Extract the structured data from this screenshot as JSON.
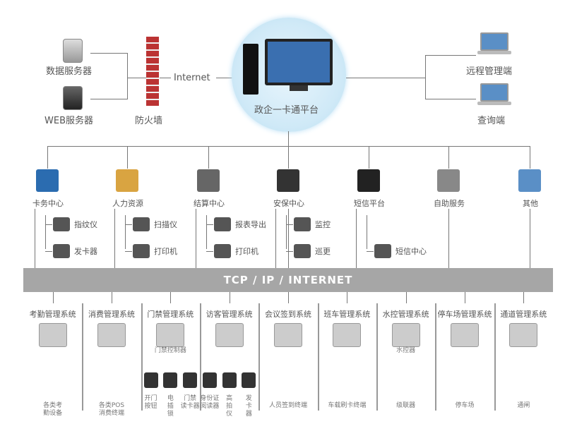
{
  "top": {
    "db_server": "数据服务器",
    "web_server": "WEB服务器",
    "firewall": "防火墙",
    "internet": "Internet",
    "platform": "政企一卡通平台",
    "remote": "远程管理端",
    "query": "查询端"
  },
  "centers": [
    {
      "label": "卡务中心",
      "subs": [
        "指纹仪",
        "发卡器"
      ]
    },
    {
      "label": "人力资源",
      "subs": [
        "扫描仪",
        "打印机"
      ]
    },
    {
      "label": "结算中心",
      "subs": [
        "报表导出",
        "打印机"
      ]
    },
    {
      "label": "安保中心",
      "subs": [
        "监控",
        "巡更"
      ]
    },
    {
      "label": "短信平台",
      "subs": [
        "短信中心"
      ]
    },
    {
      "label": "自助服务",
      "subs": []
    },
    {
      "label": "其他",
      "subs": []
    }
  ],
  "bus": "TCP / IP / INTERNET",
  "systems": [
    {
      "title": "考勤管理系统",
      "labels": [
        "各类考\n勤设备"
      ]
    },
    {
      "title": "消费管理系统",
      "labels": [
        "各类POS\n消费终端"
      ]
    },
    {
      "title": "门禁管理系统",
      "device": "门禁控制器",
      "labels": [
        "开门\n按钮",
        "电\n插\n锁",
        "门禁\n读卡器"
      ]
    },
    {
      "title": "访客管理系统",
      "labels": [
        "身份证\n阅读器",
        "高\n拍\n仪",
        "发\n卡\n器"
      ]
    },
    {
      "title": "会议签到系统",
      "labels": [
        "人员签到终端"
      ]
    },
    {
      "title": "班车管理系统",
      "labels": [
        "车载刷卡终端"
      ]
    },
    {
      "title": "水控管理系统",
      "device": "水控器",
      "labels": [
        "级联器"
      ]
    },
    {
      "title": "停车场管理系统",
      "labels": [
        "停车场"
      ]
    },
    {
      "title": "通道管理系统",
      "labels": [
        "通闸"
      ]
    }
  ],
  "colors": {
    "bus": "#a6a6a6",
    "firewall": "#b33333",
    "platform_glow": "#cfe9f7"
  }
}
